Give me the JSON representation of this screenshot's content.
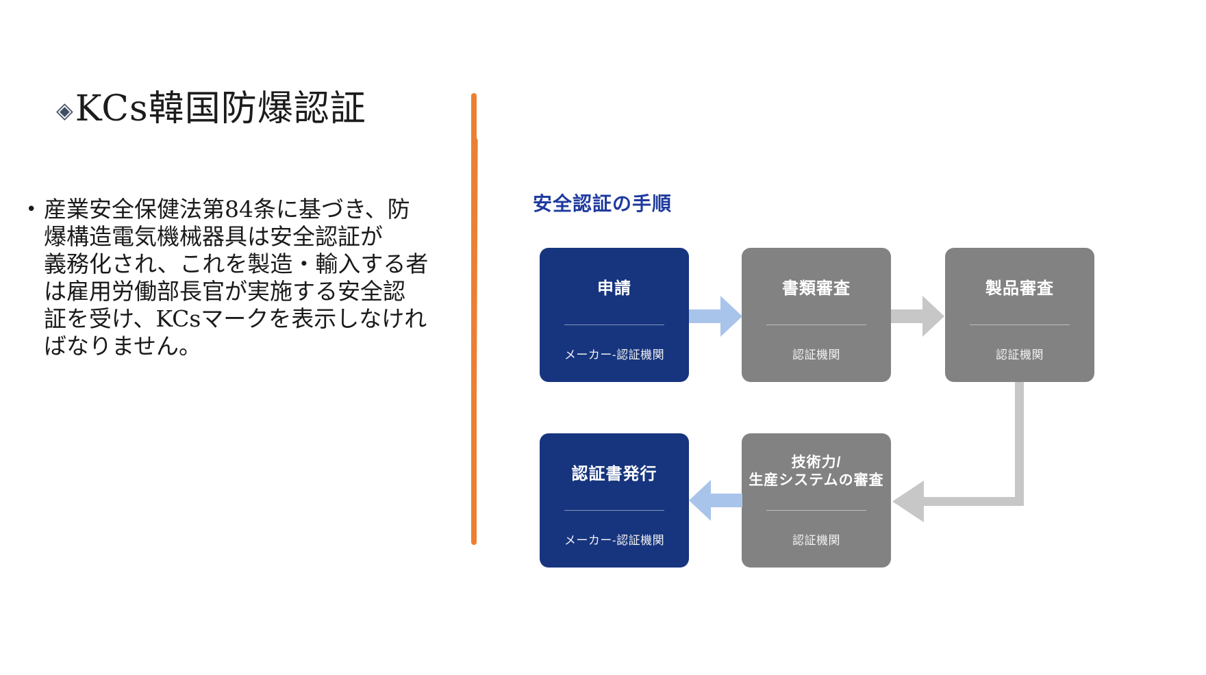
{
  "slide_title": {
    "marker": "◈",
    "text": "KCs韓国防爆認証"
  },
  "bullet": {
    "marker": "•",
    "lines": [
      "産業安全保健法第84条に基づき、防",
      "爆構造電気機械器具は安全認証が",
      "義務化され、これを製造・輸入する者",
      "は雇用労働部長官が実施する安全認",
      "証を受け、KCsマークを表示しなけれ",
      "ばなりません。"
    ]
  },
  "diagram": {
    "heading": "安全認証の手順",
    "boxes": [
      {
        "title": "申請",
        "subtitle": "メーカー-認証機関",
        "variant": "blue"
      },
      {
        "title": "書類審査",
        "subtitle": "認証機関",
        "variant": "gray"
      },
      {
        "title": "製品審査",
        "subtitle": "認証機関",
        "variant": "gray"
      },
      {
        "title": "認証書発行",
        "subtitle": "メーカー-認証機関",
        "variant": "blue"
      },
      {
        "title_line1": "技術力/",
        "title_line2": "生産システムの審査",
        "subtitle": "認証機関",
        "variant": "gray"
      }
    ],
    "flow": [
      "申請 → 書類審査",
      "書類審査 → 製品審査",
      "製品審査 → 技術力/生産システムの審査",
      "技術力/生産システムの審査 → 認証書発行"
    ]
  },
  "colors": {
    "box_blue": "#17357E",
    "box_gray": "#828282",
    "arrow_blue": "#A9C4EA",
    "arrow_gray": "#C7C7C7",
    "heading_blue": "#1E3A9E",
    "divider_orange": "#EC7F33",
    "body_text": "#1A1A1A"
  }
}
